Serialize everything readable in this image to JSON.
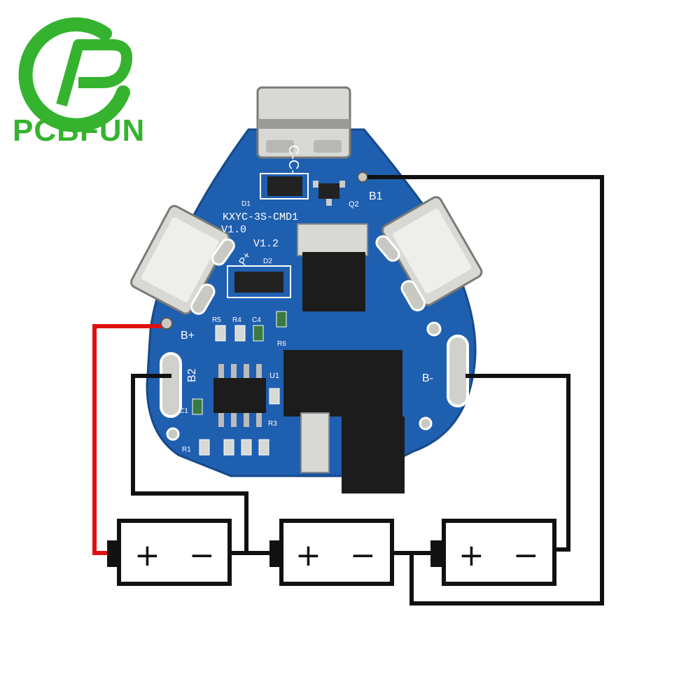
{
  "brand": {
    "name": "PCBFUN",
    "color": "#35b32f"
  },
  "board": {
    "model": "KXYC-3S-CMD1",
    "version_a": "V1.0",
    "version_b": "V1.2",
    "pad_c_minus_1": "C-",
    "pad_c_minus_2": "C-",
    "pad_b1": "B1",
    "pad_b_plus": "B+",
    "pad_b2": "B2",
    "pad_b_minus": "B-",
    "pad_p_plus": "P+",
    "label_d1": "D1",
    "label_d2": "D2",
    "label_q2": "Q2",
    "label_r5": "R5",
    "label_r4": "R4",
    "label_c4": "C4",
    "label_r6": "R6",
    "label_u1": "U1",
    "label_c1": "C1",
    "label_r1": "R1",
    "label_r3": "R3",
    "pcb_color": "#1f5fb0",
    "pad_color": "#c9c9c4"
  },
  "cells": [
    {
      "plus": "+",
      "minus": "−"
    },
    {
      "plus": "+",
      "minus": "−"
    },
    {
      "plus": "+",
      "minus": "−"
    }
  ],
  "wires": {
    "positive_color": "#e01010",
    "negative_color": "#111111"
  }
}
